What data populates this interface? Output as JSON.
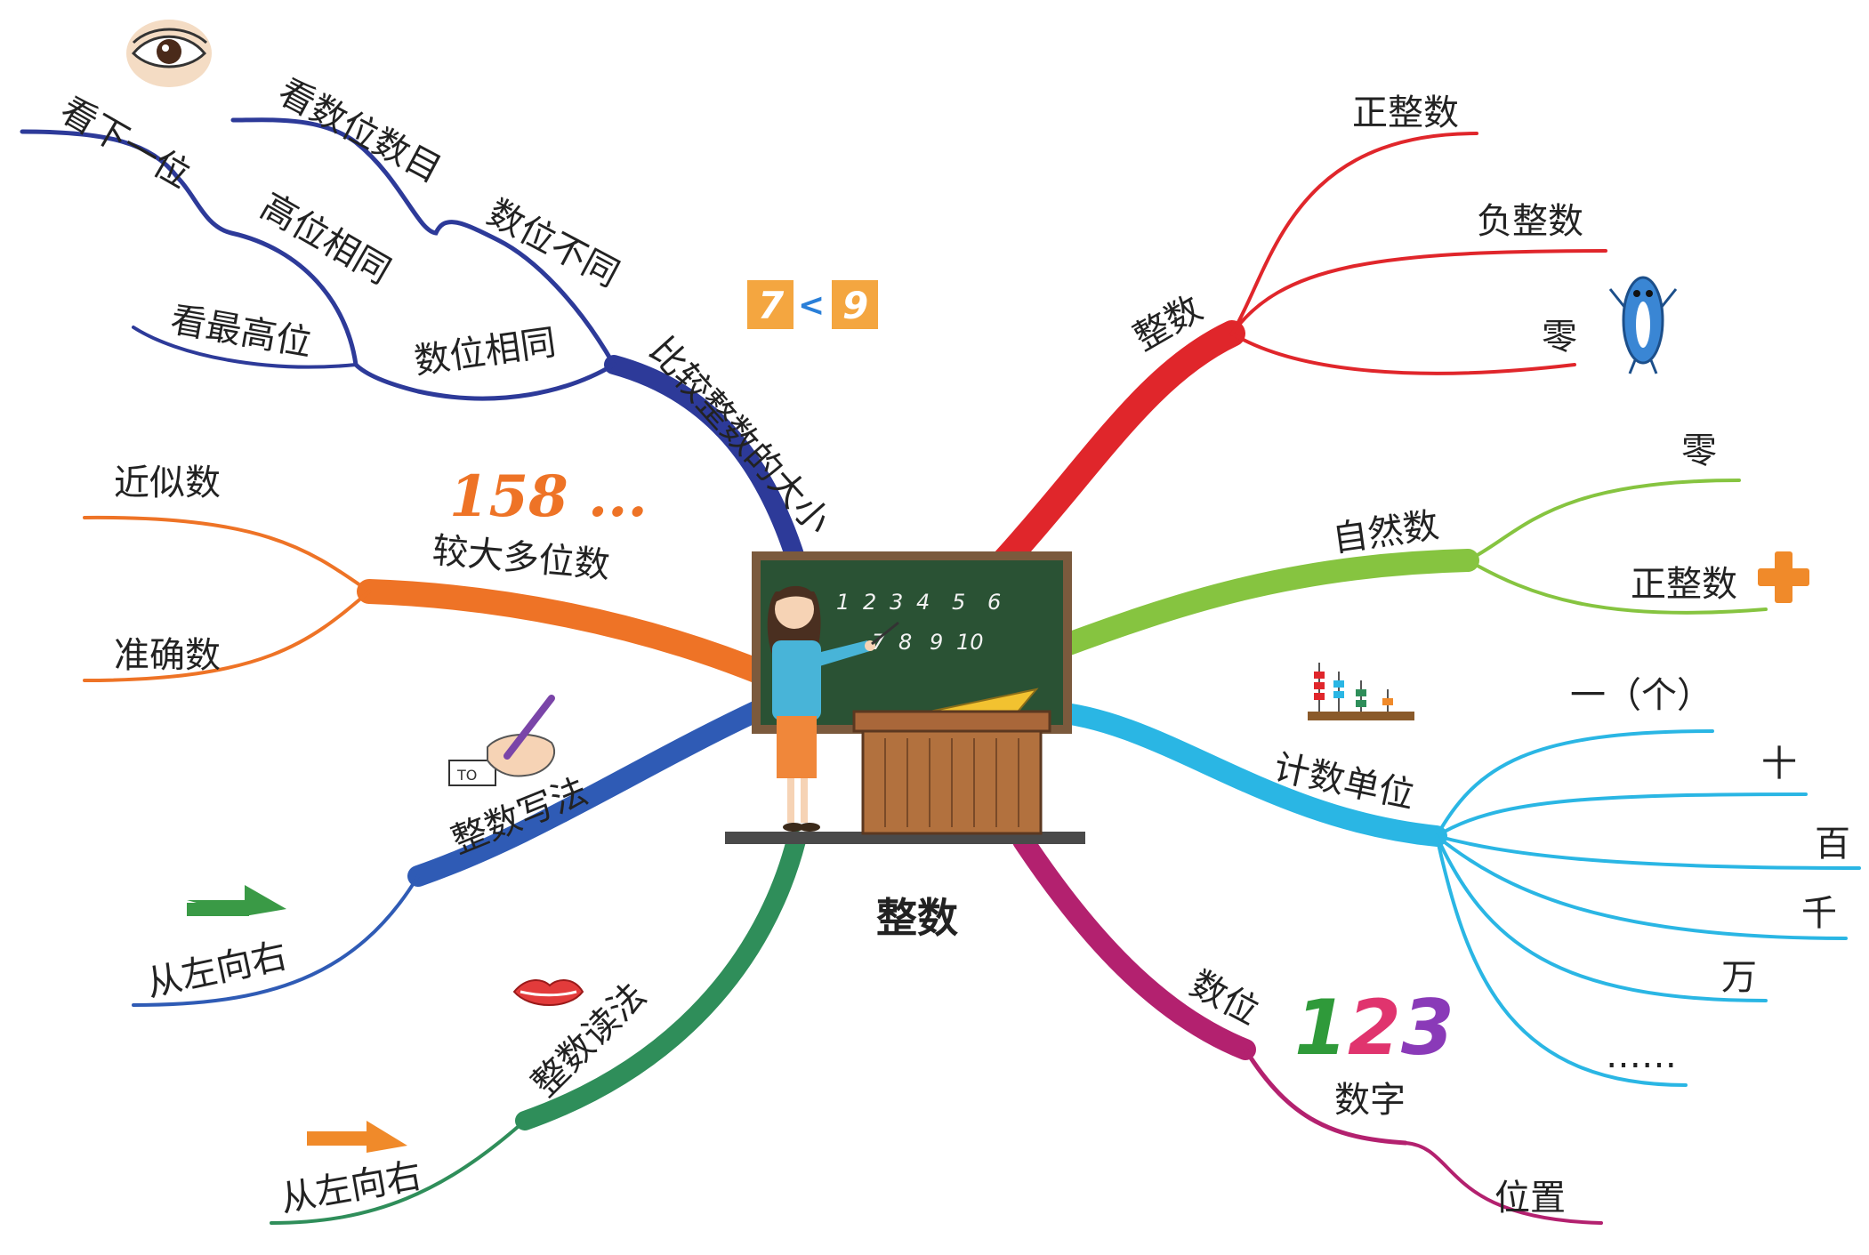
{
  "center": {
    "title": "整数"
  },
  "blackboard": {
    "digits": [
      "1",
      "2",
      "3",
      "4",
      "5",
      "6",
      "7",
      "8",
      "9",
      "10"
    ]
  },
  "compare_badge": {
    "left": "7",
    "sign": "<",
    "right": "9"
  },
  "approx_badge": {
    "text": "158 ..."
  },
  "digits_badge": [
    "1",
    "2",
    "3"
  ],
  "hand_card": {
    "text": "TO"
  },
  "branches": {
    "integer": {
      "label": "整数",
      "color": "#e0262b",
      "children": [
        "正整数",
        "负整数",
        "零"
      ]
    },
    "natural": {
      "label": "自然数",
      "color": "#86c440",
      "children": [
        "零",
        "正整数"
      ]
    },
    "counting_unit": {
      "label": "计数单位",
      "color": "#2ab6e4",
      "children": [
        "一（个）",
        "十",
        "百",
        "千",
        "万",
        "……"
      ]
    },
    "place": {
      "label": "数位",
      "color": "#b3216f",
      "children": [
        "数字",
        "位置"
      ]
    },
    "reading": {
      "label": "整数读法",
      "color": "#2f8e5a",
      "children": [
        "从左向右"
      ]
    },
    "writing": {
      "label": "整数写法",
      "color": "#2f5bb5",
      "children": [
        "从左向右"
      ]
    },
    "large": {
      "label": "较大多位数",
      "color": "#ee7326",
      "children": [
        "近似数",
        "准确数"
      ]
    },
    "compare": {
      "label": "比较整数的大小",
      "color": "#2d3a99",
      "children": [
        {
          "label": "数位不同",
          "children": [
            "看数位数目"
          ]
        },
        {
          "label": "数位相同",
          "children": [
            {
              "label": "高位相同",
              "children": [
                "看下一位"
              ]
            },
            {
              "label": "看最高位"
            }
          ]
        }
      ]
    }
  }
}
